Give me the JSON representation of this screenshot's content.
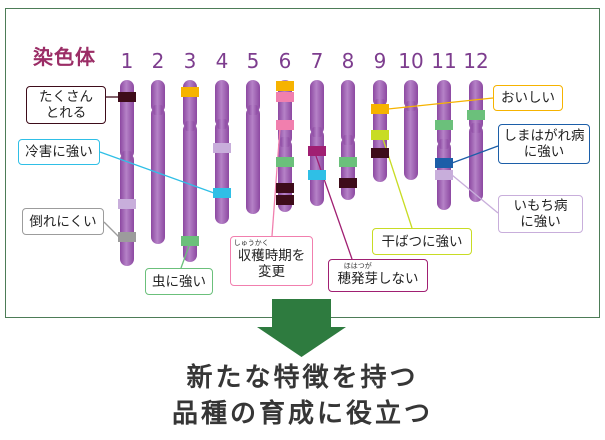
{
  "diagram": {
    "heading": "染色体",
    "chromosome_numbers": [
      "1",
      "2",
      "3",
      "4",
      "5",
      "6",
      "7",
      "8",
      "9",
      "10",
      "11",
      "12"
    ]
  },
  "traits": {
    "high_yield": {
      "line1": "たくさん",
      "line2": "とれる"
    },
    "cold_resistant": {
      "text": "冷害に強い"
    },
    "lodging_resistant": {
      "text": "倒れにくい"
    },
    "insect_resistant": {
      "text": "虫に強い"
    },
    "harvest_time": {
      "ruby_base": "収穫",
      "ruby": "しゅうかく",
      "line1_rest": "時期を",
      "line2": "変更"
    },
    "no_sprouting": {
      "ruby_base": "穂発芽",
      "ruby": "ほはつが",
      "rest": "しない"
    },
    "drought_resistant": {
      "text": "干ばつに強い"
    },
    "tasty": {
      "text": "おいしい"
    },
    "stripe_resistant": {
      "line1": "しまはがれ病",
      "line2": "に強い"
    },
    "blast_resistant": {
      "line1": "いもち病",
      "line2": "に強い"
    }
  },
  "conclusion": {
    "line1": "新たな特徴を持つ",
    "line2": "品種の育成に役立つ"
  },
  "colors": {
    "heading": "#9b2d66",
    "numbers": "#7d3d8e",
    "chromosome_edge": "#8c48a1",
    "chromosome_center": "#b582c7",
    "high_yield": "#3e0c1a",
    "cold_resistant": "#2fbfe6",
    "lodging_resistant": "#9c9c9c",
    "insect_resistant": "#6bc07b",
    "harvest_time": "#f17fae",
    "no_sprouting": "#a01f72",
    "drought_resistant": "#c8dc24",
    "tasty": "#f6b300",
    "stripe_resistant": "#1c5ea8",
    "blast_resistant": "#c8aedb",
    "arrow": "#2e7b3f"
  }
}
